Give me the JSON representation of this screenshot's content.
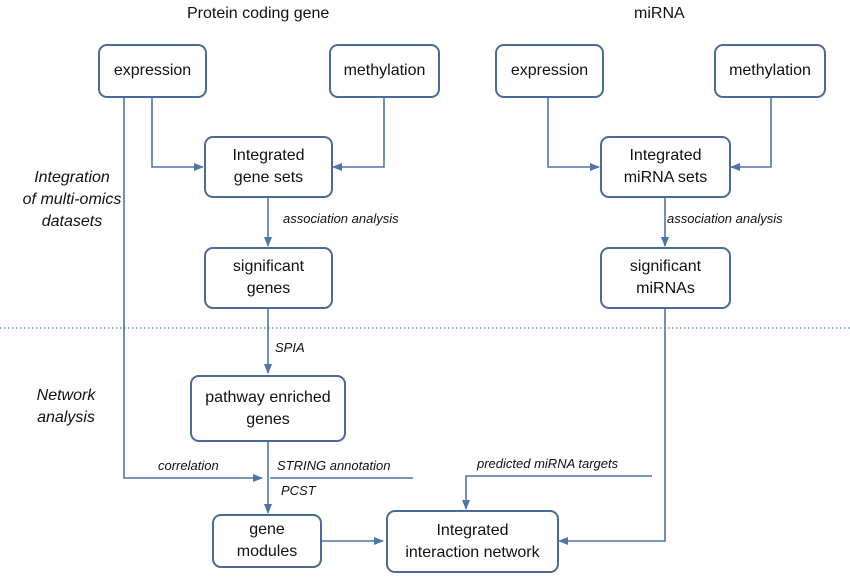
{
  "headers": {
    "protein": "Protein coding gene",
    "mirna": "miRNA"
  },
  "sections": {
    "integration": [
      "Integration",
      "of multi-omics",
      "datasets"
    ],
    "network": [
      "Network",
      "analysis"
    ]
  },
  "nodes": {
    "pc_expression": [
      "expression"
    ],
    "pc_methylation": [
      "methylation"
    ],
    "integrated_gene_sets": [
      "Integrated",
      "gene sets"
    ],
    "significant_genes": [
      "significant",
      "genes"
    ],
    "pathway_enriched": [
      "pathway enriched",
      "genes"
    ],
    "gene_modules": [
      "gene",
      "modules"
    ],
    "integrated_network": [
      "Integrated",
      "interaction network"
    ],
    "mi_expression": [
      "expression"
    ],
    "mi_methylation": [
      "methylation"
    ],
    "integrated_mirna_sets": [
      "Integrated",
      "miRNA sets"
    ],
    "significant_mirnas": [
      "significant",
      "miRNAs"
    ]
  },
  "edge_labels": {
    "assoc_left": "association analysis",
    "assoc_right": "association analysis",
    "spia": "SPIA",
    "correlation": "correlation",
    "string": "STRING annotation",
    "pcst": "PCST",
    "predicted": "predicted miRNA targets"
  },
  "colors": {
    "box_border": "#4a6b96",
    "arrow": "#4f74a8",
    "divider": "#4f74a8"
  }
}
